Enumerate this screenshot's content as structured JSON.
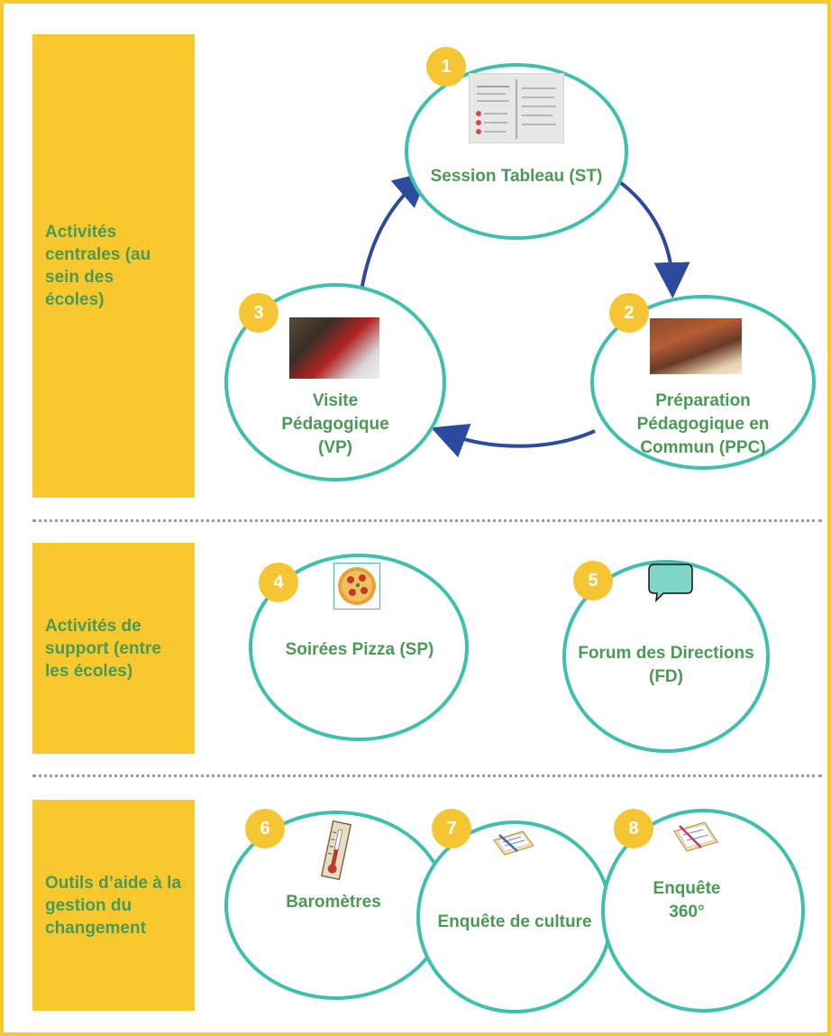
{
  "sections": [
    {
      "label": "Activités centrales (au sein des écoles)"
    },
    {
      "label": "Activités de support (entre les écoles)"
    },
    {
      "label": "Outils d’aide à la gestion du changement"
    }
  ],
  "activities": [
    {
      "number": "1",
      "name": "Session Tableau (ST)",
      "icon": "whiteboard-photo"
    },
    {
      "number": "2",
      "name": "Préparation Pédagogique en Commun (PPC)",
      "icon": "meeting-photo"
    },
    {
      "number": "3",
      "name": "Visite Pédagogique (VP)",
      "icon": "classroom-photo"
    },
    {
      "number": "4",
      "name": "Soirées Pizza (SP)",
      "icon": "pizza-icon"
    },
    {
      "number": "5",
      "name": "Forum des Directions (FD)",
      "icon": "speech-bubble-icon"
    },
    {
      "number": "6",
      "name": "Baromètres",
      "icon": "thermometer-icon"
    },
    {
      "number": "7",
      "name": "Enquête de culture",
      "icon": "survey-icon"
    },
    {
      "number": "8",
      "name": "Enquête 360°",
      "icon": "survey-icon"
    }
  ],
  "colors": {
    "section_fill": "#f9c82f",
    "circle_stroke": "#3fbfad",
    "text": "#4a9a55",
    "badge": "#f6c534",
    "arrow": "#2e4a9e",
    "frame": "#f5cb2b"
  }
}
